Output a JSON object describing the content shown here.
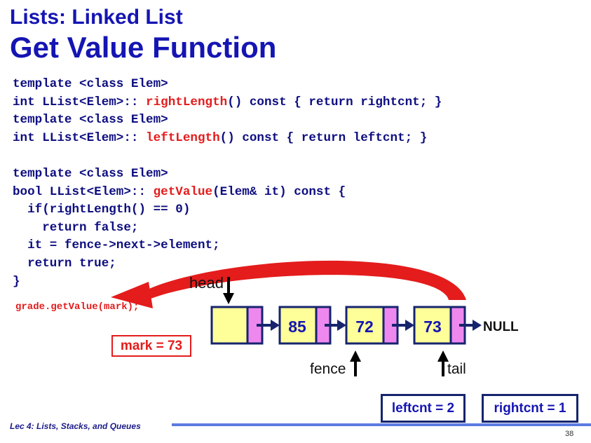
{
  "title_line1": "Lists: Linked List",
  "title_line2": "Get Value Function",
  "code": {
    "l1": "template <class Elem>",
    "l2a": "int LList<Elem>:: ",
    "l2b": "rightLength",
    "l2c": "() const { return rightcnt; }",
    "l3": "template <class Elem>",
    "l4a": "int LList<Elem>:: ",
    "l4b": "leftLength",
    "l4c": "() const { return leftcnt; }",
    "l5": "",
    "l6": "template <class Elem>",
    "l7a": "bool LList<Elem>:: ",
    "l7b": "getValue",
    "l7c": "(Elem& it) const {",
    "l8": "  if(rightLength() == 0)",
    "l9": "    return false;",
    "l10": "  it = fence->next->element;",
    "l11": "  return true;",
    "l12": "}"
  },
  "call_code": "grade.getValue(mark);",
  "mark_label": "mark = 73",
  "diagram": {
    "head_label": "head",
    "fence_label": "fence",
    "tail_label": "tail",
    "null_label": "NULL",
    "nodes": [
      "",
      "85",
      "72",
      "73"
    ]
  },
  "leftcnt_label": "leftcnt = 2",
  "rightcnt_label": "rightcnt = 1",
  "footer_text": "Lec 4: Lists, Stacks, and Queues",
  "page_number": "38",
  "colors": {
    "title": "#1515b3",
    "code": "#0e0e80",
    "highlight": "#e41c1c",
    "node_fill": "#ffff99",
    "node_ptr": "#ee88ee",
    "node_border": "#16246e"
  }
}
